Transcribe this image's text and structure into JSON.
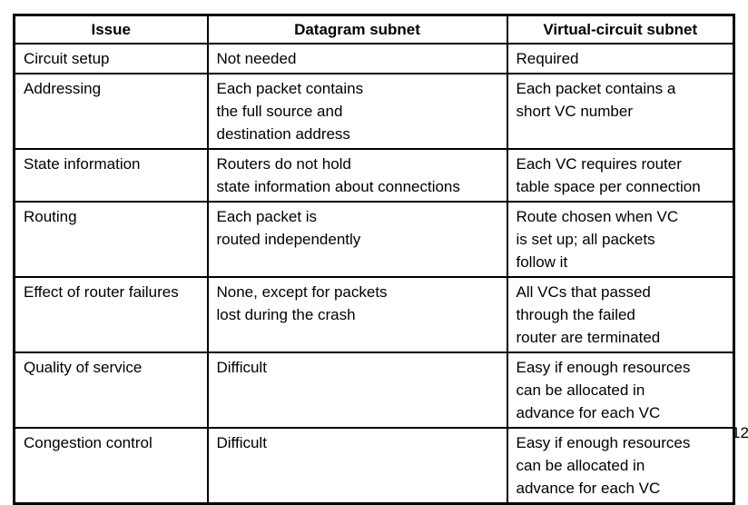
{
  "page_number": "12",
  "comparison_table": {
    "columns": [
      "Issue",
      "Datagram subnet",
      "Virtual-circuit subnet"
    ],
    "rows": [
      {
        "issue": "Circuit setup",
        "datagram": "Not needed",
        "virtual_circuit": "Required"
      },
      {
        "issue": "Addressing",
        "datagram": "Each packet contains\nthe full source and\ndestination address",
        "virtual_circuit": "Each packet contains a\nshort VC number"
      },
      {
        "issue": "State information",
        "datagram": "Routers do not hold\nstate information about connections",
        "virtual_circuit": "Each VC requires router\ntable space per connection"
      },
      {
        "issue": "Routing",
        "datagram": "Each packet is\nrouted independently",
        "virtual_circuit": "Route chosen when VC\nis set up; all packets\nfollow it"
      },
      {
        "issue": "Effect of router failures",
        "datagram": "None, except for packets\nlost during the crash",
        "virtual_circuit": "All VCs that passed\nthrough the failed\nrouter are terminated"
      },
      {
        "issue": "Quality of service",
        "datagram": "Difficult",
        "virtual_circuit": "Easy if enough resources\ncan be allocated in\nadvance for each VC"
      },
      {
        "issue": "Congestion control",
        "datagram": "Difficult",
        "virtual_circuit": "Easy if enough resources\ncan be allocated in\nadvance for each VC"
      }
    ]
  }
}
